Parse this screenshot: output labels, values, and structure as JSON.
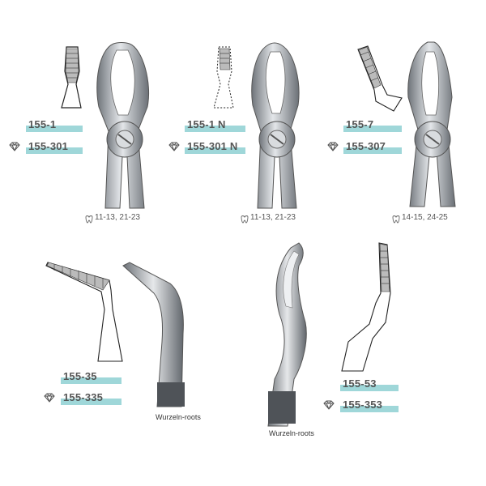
{
  "products": [
    {
      "code": "155-1",
      "diamond_code": "155-301",
      "teeth": "11-13, 21-23"
    },
    {
      "code": "155-1 N",
      "diamond_code": "155-301 N",
      "teeth": "11-13, 21-23"
    },
    {
      "code": "155-7",
      "diamond_code": "155-307",
      "teeth": "14-15, 24-25"
    },
    {
      "code": "155-35",
      "diamond_code": "155-335",
      "caption": "Wurzeln-roots"
    },
    {
      "code": "155-53",
      "diamond_code": "155-353",
      "caption": "Wurzeln-roots"
    }
  ],
  "colors": {
    "bar": "#9fd7d9",
    "steel": "#8a8f96",
    "text": "#555555"
  },
  "icons": {
    "diamond": "diamond-icon",
    "tooth": "tooth-icon"
  }
}
